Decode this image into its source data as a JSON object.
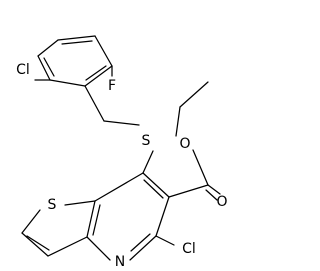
{
  "atoms": {
    "cl_top": "Cl",
    "f": "F",
    "s_thioether": "S",
    "o_ester": "O",
    "o_carbonyl": "O",
    "s_thiophene": "S",
    "n_ring": "N",
    "cl_bottom": "Cl"
  }
}
